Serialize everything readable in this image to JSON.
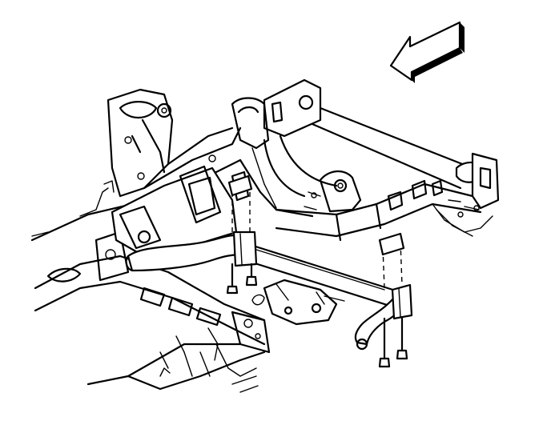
{
  "diagram": {
    "colors": {
      "line": "#000000",
      "background": "#ffffff"
    },
    "parts": [
      "direction-arrow",
      "vehicle-frame",
      "frame-crossmember",
      "stabilizer-shaft",
      "stabilizer-shaft-link-left",
      "stabilizer-shaft-link-right",
      "stabilizer-shaft-bracket-left",
      "stabilizer-shaft-bracket-right",
      "insulator-left",
      "insulator-right",
      "bolt-left-1",
      "bolt-left-2",
      "bolt-right-1",
      "bolt-right-2"
    ]
  }
}
